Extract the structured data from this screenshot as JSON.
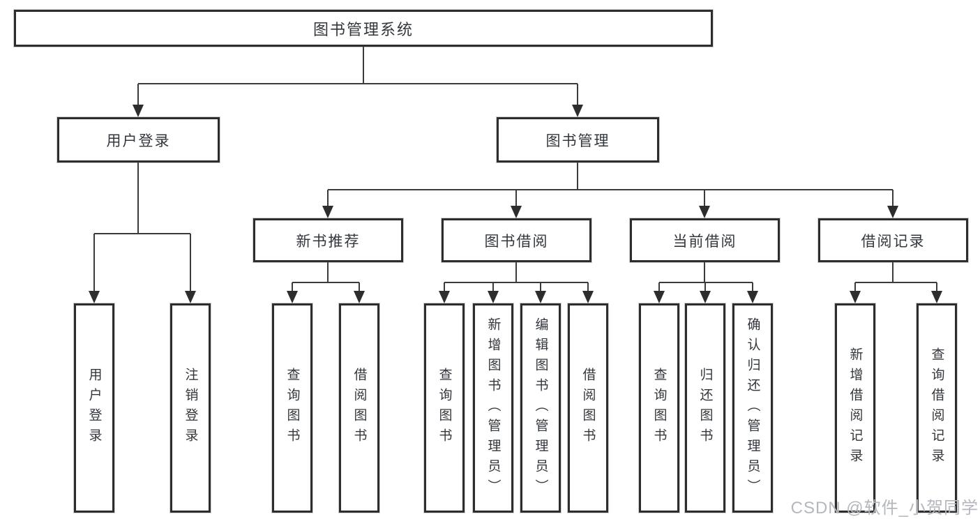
{
  "tree": {
    "root": {
      "label": "图书管理系统"
    },
    "level2": [
      {
        "label": "用户登录",
        "children": [
          {
            "label": "用户登录"
          },
          {
            "label": "注销登录"
          }
        ]
      },
      {
        "label": "图书管理",
        "sections": [
          {
            "label": "新书推荐",
            "children": [
              {
                "label": "查询图书"
              },
              {
                "label": "借阅图书"
              }
            ]
          },
          {
            "label": "图书借阅",
            "children": [
              {
                "label": "查询图书"
              },
              {
                "label": "新增图书（管理员）"
              },
              {
                "label": "编辑图书（管理员）"
              },
              {
                "label": "借阅图书"
              }
            ]
          },
          {
            "label": "当前借阅",
            "children": [
              {
                "label": "查询图书"
              },
              {
                "label": "归还图书"
              },
              {
                "label": "确认归还（管理员）"
              }
            ]
          },
          {
            "label": "借阅记录",
            "children": [
              {
                "label": "新增借阅记录"
              },
              {
                "label": "查询借阅记录"
              }
            ]
          }
        ]
      }
    ]
  },
  "watermark": {
    "text": "CSDN @软件_小贺同学"
  },
  "colors": {
    "line": "#3b3b3b",
    "border": "#2d2d2d",
    "text": "#33373c",
    "watermark": "#b4b7bd",
    "background": "#ffffff"
  }
}
